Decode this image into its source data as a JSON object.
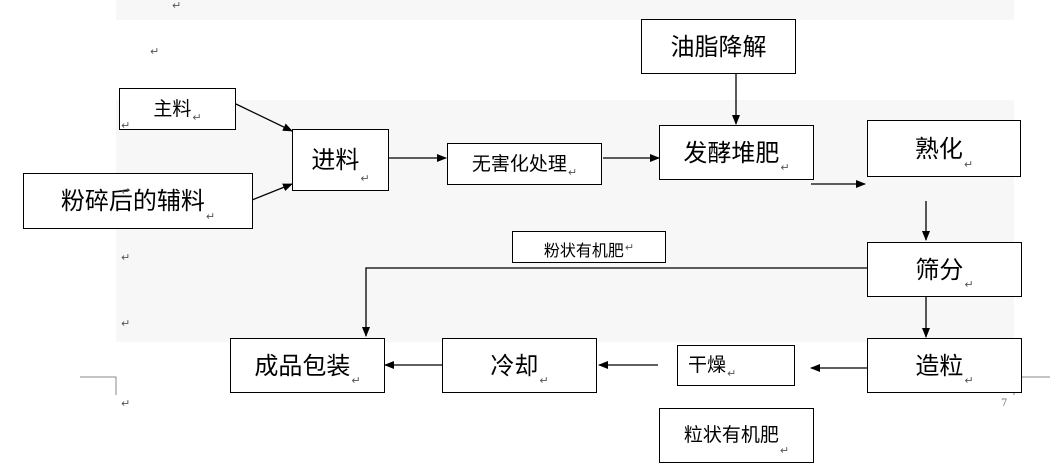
{
  "nodes": {
    "main_material": "主料",
    "crushed_auxiliary": "粉碎后的辅料",
    "feeding": "进料",
    "harmless_treatment": "无害化处理",
    "oil_degradation": "油脂降解",
    "fermentation_composting": "发酵堆肥",
    "maturation": "熟化",
    "screening": "筛分",
    "powder_organic_fertilizer": "粉状有机肥",
    "granulation": "造粒",
    "drying": "干燥",
    "cooling": "冷却",
    "packaging": "成品包装",
    "granular_organic_fertilizer": "粒状有机肥"
  },
  "paragraph_mark": "↵",
  "page_number": "7"
}
